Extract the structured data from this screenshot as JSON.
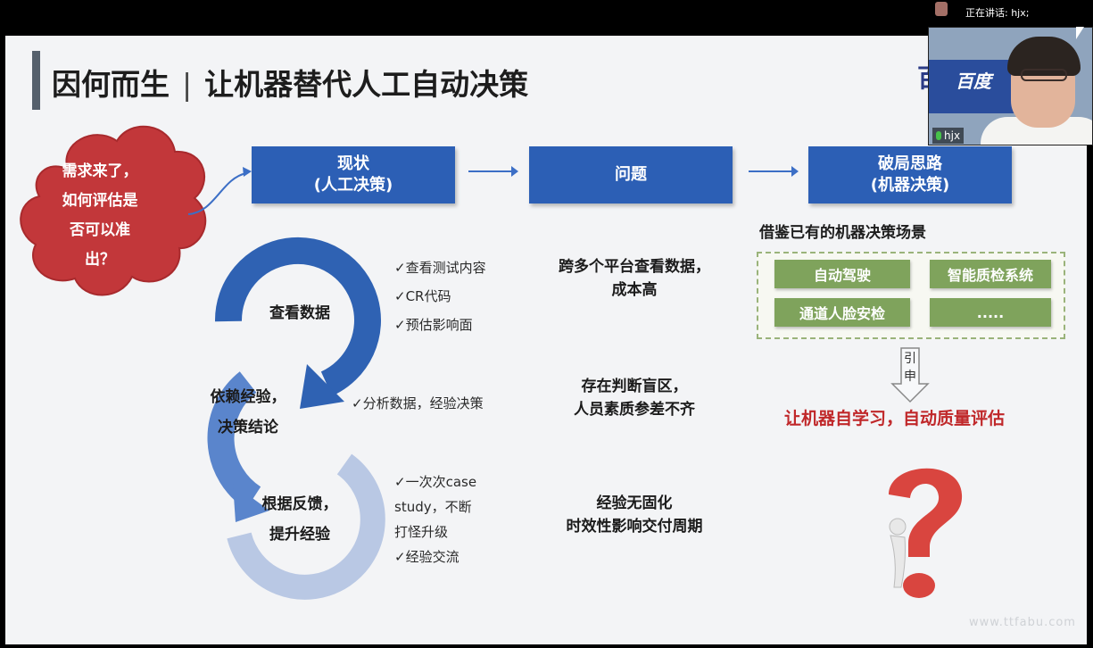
{
  "meeting": {
    "speaking_label": "正在讲话: hjx;",
    "participant_name": "hjx",
    "video_banner_text": "百度"
  },
  "slide": {
    "title_left": "因何而生",
    "title_sep": "|",
    "title_right": "让机器替代人工自动决策",
    "brand_glyph": "百",
    "cloud_lines": [
      "需求来了，",
      "如何评估是",
      "否可以准",
      "出？"
    ],
    "columns": [
      {
        "line1": "现状",
        "line2": "(人工决策)"
      },
      {
        "line1": "问题",
        "line2": ""
      },
      {
        "line1": "破局思路",
        "line2": "(机器决策)"
      }
    ],
    "cycle": [
      "查看数据",
      "依赖经验，",
      "决策结论",
      "根据反馈，",
      "提升经验"
    ],
    "checks_group1": [
      "✓查看测试内容",
      "✓CR代码",
      "✓预估影响面"
    ],
    "checks_group2": [
      "✓分析数据，经验决策"
    ],
    "checks_group3": [
      "✓一次次case",
      "study，不断",
      "打怪升级",
      "✓经验交流"
    ],
    "problems": [
      [
        "跨多个平台查看数据，",
        "成本高"
      ],
      [
        "存在判断盲区，",
        "人员素质参差不齐"
      ],
      [
        "经验无固化",
        "时效性影响交付周期"
      ]
    ],
    "reference_title": "借鉴已有的机器决策场景",
    "scenes": [
      "自动驾驶",
      "智能质检系统",
      "通道人脸安检",
      "....."
    ],
    "derive_label": "引申",
    "conclusion": "让机器自学习，自动质量评估",
    "watermark": "www.ttfabu.com"
  },
  "colors": {
    "header_blue": "#2c5fb5",
    "cloud_red": "#c2373a",
    "scene_green": "#7fa35c",
    "conclusion_red": "#c0282a"
  }
}
